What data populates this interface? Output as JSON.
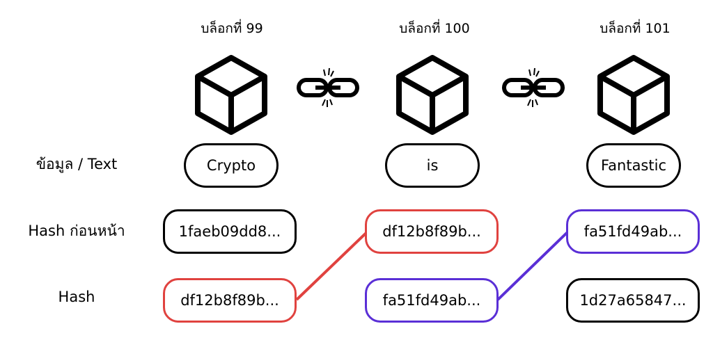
{
  "blocks": [
    {
      "title": "บล็อกที่  99",
      "text": "Crypto",
      "prev_hash": "1faeb09dd8...",
      "hash": "df12b8f89b..."
    },
    {
      "title": "บล็อกที่ 100",
      "text": "is",
      "prev_hash": "df12b8f89b...",
      "hash": "fa51fd49ab..."
    },
    {
      "title": "บล็อกที่ 101",
      "text": "Fantastic",
      "prev_hash": "fa51fd49ab...",
      "hash": "1d27a65847..."
    }
  ],
  "row_labels": {
    "data": "ข้อมูล / Text",
    "prev_hash": "Hash ก่อนหน้า",
    "hash": "Hash"
  },
  "colors": {
    "link_1": "#e0423f",
    "link_2": "#5a2fd6",
    "outline": "#000000"
  },
  "icons": {
    "block": "cube-icon",
    "link": "chain-link-icon"
  }
}
